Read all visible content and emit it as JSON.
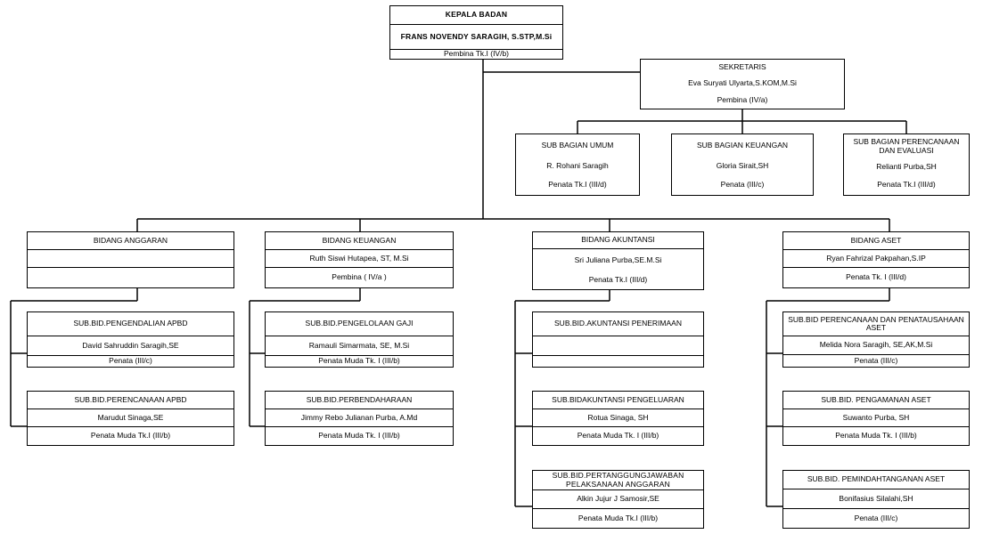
{
  "kepala": {
    "title": "KEPALA BADAN",
    "name": "FRANS NOVENDY SARAGIH, S.STP,M.Si",
    "rank": "Pembina Tk.I   (IV/b)"
  },
  "sekretaris": {
    "title": "SEKRETARIS",
    "name": "Eva Suryati Ulyarta,S.KOM,M.Si",
    "rank": "Pembina  (IV/a)"
  },
  "subbagian": [
    {
      "title": "SUB BAGIAN UMUM",
      "name": "R. Rohani Saragih",
      "rank": "Penata Tk.I (III/d)"
    },
    {
      "title": "SUB BAGIAN KEUANGAN",
      "name": "Gloria Sirait,SH",
      "rank": "Penata (III/c)"
    },
    {
      "title": "SUB BAGIAN PERENCANAAN DAN EVALUASI",
      "name": "Relianti Purba,SH",
      "rank": "Penata Tk.I (III/d)"
    }
  ],
  "bidang": [
    {
      "title": "BIDANG ANGGARAN",
      "name": "",
      "rank": "",
      "subs": [
        {
          "title": "SUB.BID.PENGENDALIAN APBD",
          "name": "David Sahruddin Saragih,SE",
          "rank": "Penata (III/c)"
        },
        {
          "title": "SUB.BID.PERENCANAAN APBD",
          "name": "Marudut Sinaga,SE",
          "rank": "Penata Muda Tk.I (III/b)"
        }
      ]
    },
    {
      "title": "BIDANG KEUANGAN",
      "name": "Ruth Siswi Hutapea, ST, M.Si",
      "rank": "Pembina ( IV/a )",
      "subs": [
        {
          "title": "SUB.BID.PENGELOLAAN GAJI",
          "name": "Ramauli Simarmata, SE, M.Si",
          "rank": "Penata  Muda Tk. I (III/b)"
        },
        {
          "title": "SUB.BID.PERBENDAHARAAN",
          "name": "Jimmy Rebo Julianan Purba, A.Md",
          "rank": "Penata  Muda Tk. I (III/b)"
        }
      ]
    },
    {
      "title": "BIDANG AKUNTANSI",
      "name": "Sri Juliana Purba,SE.M.Si",
      "rank": "Penata Tk.I (III/d)",
      "subs": [
        {
          "title": "SUB.BID.AKUNTANSI PENERIMAAN",
          "name": "",
          "rank": ""
        },
        {
          "title": "SUB.BIDAKUNTANSI PENGELUARAN",
          "name": "Rotua Sinaga, SH",
          "rank": "Penata  Muda Tk. I (III/b)"
        },
        {
          "title": "SUB.BID.PERTANGGUNGJAWABAN PELAKSANAAN ANGGARAN",
          "name": "Alkin Jujur J Samosir,SE",
          "rank": "Penata Muda Tk.I  (III/b)"
        }
      ]
    },
    {
      "title": "BIDANG ASET",
      "name": "Ryan Fahrizal Pakpahan,S.IP",
      "rank": "Penata Tk. I (III/d)",
      "subs": [
        {
          "title": "SUB.BID PERENCANAAN DAN PENATAUSAHAAN ASET",
          "name": "Melida Nora Saragih, SE,AK,M.Si",
          "rank": "Penata (III/c)"
        },
        {
          "title": "SUB.BID. PENGAMANAN ASET",
          "name": "Suwanto Purba, SH",
          "rank": "Penata  Muda Tk. I (III/b)"
        },
        {
          "title": "SUB.BID. PEMINDAHTANGANAN ASET",
          "name": "Bonifasius Silalahi,SH",
          "rank": "Penata  (III/c)"
        }
      ]
    }
  ]
}
